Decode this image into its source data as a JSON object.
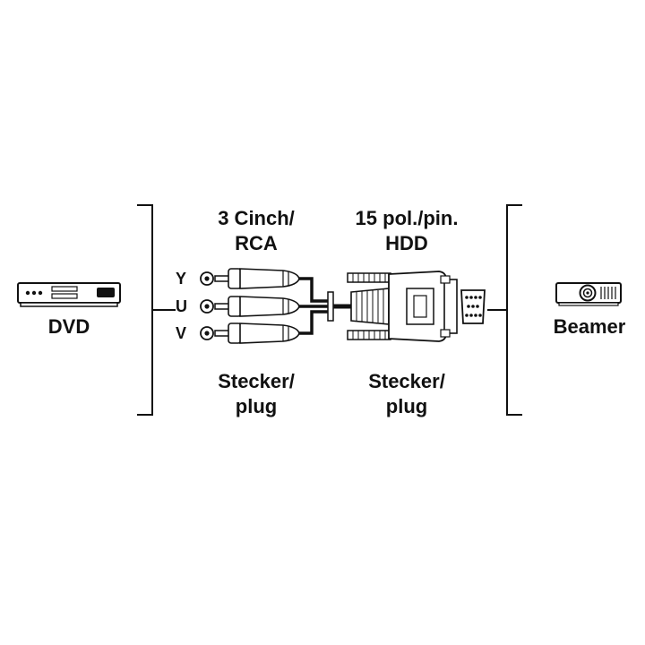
{
  "labels": {
    "dvd": "DVD",
    "beamer": "Beamer",
    "rca_header_line1": "3 Cinch/",
    "rca_header_line2": "RCA",
    "hdd_header_line1": "15 pol./pin.",
    "hdd_header_line2": "HDD",
    "rca_footer_line1": "Stecker/",
    "rca_footer_line2": "plug",
    "hdd_footer_line1": "Stecker/",
    "hdd_footer_line2": "plug",
    "pin_y": "Y",
    "pin_u": "U",
    "pin_v": "V"
  },
  "icons": {
    "source_device": "dvd-player-icon",
    "target_device": "projector-icon",
    "vga_port": "vga-port-icon"
  },
  "colors": {
    "ink": "#111111",
    "background": "#ffffff"
  }
}
